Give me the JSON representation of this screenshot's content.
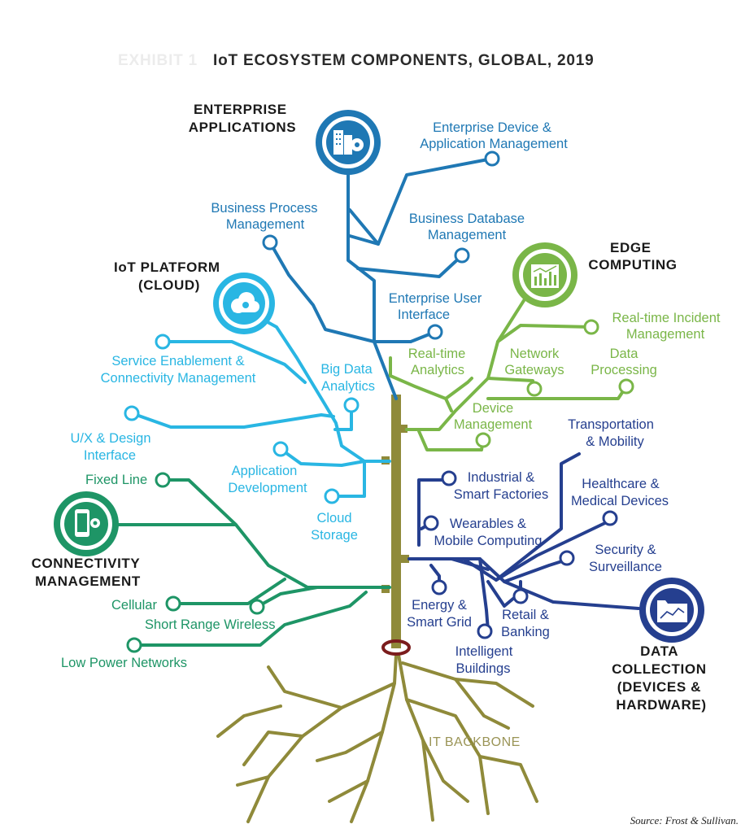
{
  "title": "IoT ECOSYSTEM COMPONENTS, GLOBAL, 2019",
  "title_faded_prefix": "EXHIBIT 1",
  "source": "Source: Frost & Sullivan.",
  "colors": {
    "enterprise": "#1f78b4",
    "platform": "#29b6e3",
    "edge": "#7ab648",
    "data": "#253f8f",
    "connectivity": "#1e9566",
    "backbone": "#8f8a3a"
  },
  "categories": {
    "enterprise": {
      "line1": "ENTERPRISE",
      "line2": "APPLICATIONS",
      "icon": "building-gear-icon"
    },
    "platform": {
      "line1": "IoT PLATFORM",
      "line2": "(CLOUD)",
      "icon": "cloud-gear-icon"
    },
    "edge": {
      "line1": "EDGE",
      "line2": "COMPUTING",
      "icon": "bar-chart-icon"
    },
    "connectivity": {
      "line1": "CONNECTIVITY",
      "line2": "MANAGEMENT",
      "icon": "phone-gear-icon"
    },
    "data": {
      "line1": "DATA",
      "line2": "COLLECTION",
      "line3": "(DEVICES &",
      "line4": "HARDWARE)",
      "icon": "folder-chart-icon"
    }
  },
  "enterprise_items": {
    "device_mgmt": [
      "Enterprise Device &",
      "Application Management"
    ],
    "bpm": [
      "Business Process",
      "Management"
    ],
    "db_mgmt": [
      "Business Database",
      "Management"
    ],
    "user_iface": [
      "Enterprise User",
      "Interface"
    ]
  },
  "platform_items": {
    "service": [
      "Service Enablement &",
      "Connectivity Management"
    ],
    "big_data": [
      "Big Data",
      "Analytics"
    ],
    "ux": [
      "U/X & Design",
      "Interface"
    ],
    "app_dev": [
      "Application",
      "Development"
    ],
    "cloud_storage": [
      "Cloud",
      "Storage"
    ]
  },
  "edge_items": {
    "incident": [
      "Real-time Incident",
      "Management"
    ],
    "realtime": [
      "Real-time",
      "Analytics"
    ],
    "gateways": [
      "Network",
      "Gateways"
    ],
    "processing": [
      "Data",
      "Processing"
    ],
    "device_mgmt": [
      "Device",
      "Management"
    ]
  },
  "data_items": {
    "transport": [
      "Transportation",
      "& Mobility"
    ],
    "industrial": [
      "Industrial &",
      "Smart Factories"
    ],
    "healthcare": [
      "Healthcare &",
      "Medical Devices"
    ],
    "wearables": [
      "Wearables &",
      "Mobile Computing"
    ],
    "security": [
      "Security &",
      "Surveillance"
    ],
    "energy": [
      "Energy &",
      "Smart Grid"
    ],
    "retail": [
      "Retail &",
      "Banking"
    ],
    "buildings": [
      "Intelligent",
      "Buildings"
    ]
  },
  "connectivity_items": {
    "fixed": "Fixed Line",
    "cellular": "Cellular",
    "short_range": "Short Range Wireless",
    "lpn": "Low Power Networks"
  },
  "backbone_label": "IT BACKBONE"
}
